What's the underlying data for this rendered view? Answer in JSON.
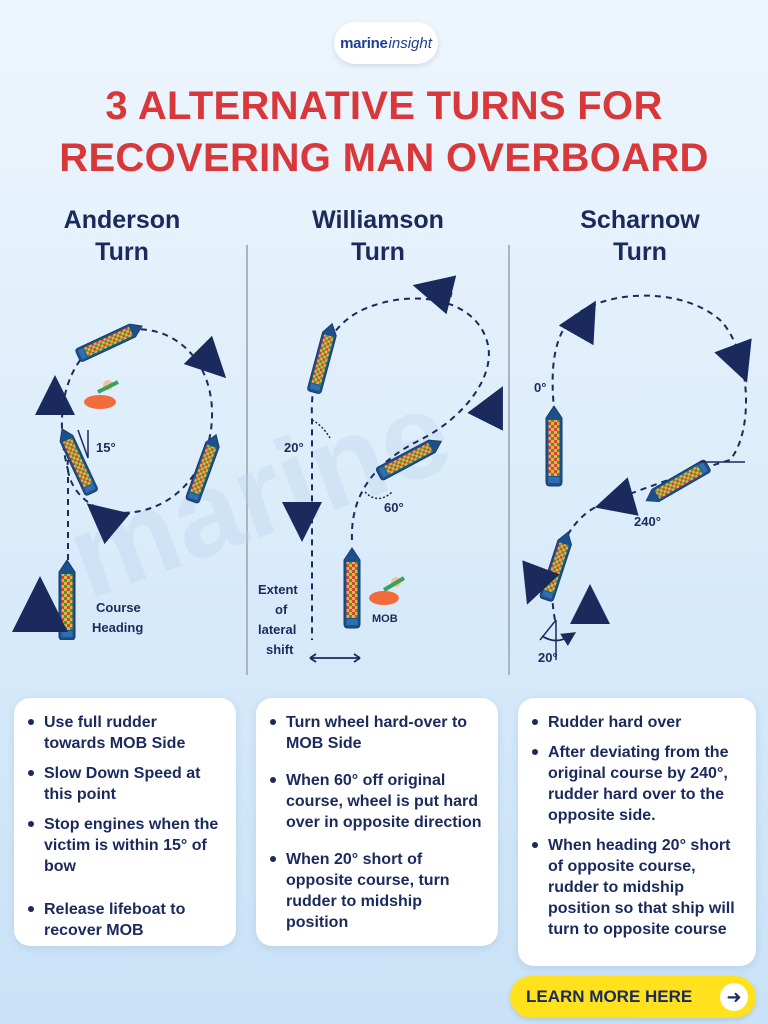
{
  "logo": {
    "part1": "marine",
    "part2": "insight"
  },
  "title": {
    "line1": "3 ALTERNATIVE TURNS FOR",
    "line2": "RECOVERING MAN OVERBOARD"
  },
  "columns": [
    {
      "title_line1": "Anderson",
      "title_line2": "Turn",
      "labels": {
        "angle": "15°",
        "course_line1": "Course",
        "course_line2": "Heading"
      },
      "bullets": [
        "Use full rudder towards MOB Side",
        "Slow Down Speed at this point",
        "Stop engines when the victim is within 15° of bow",
        "Release lifeboat to recover MOB"
      ]
    },
    {
      "title_line1": "Williamson",
      "title_line2": "Turn",
      "labels": {
        "angle_20": "20°",
        "angle_60": "60°",
        "mob": "MOB",
        "extent_line1": "Extent",
        "extent_line2": "of",
        "extent_line3": "lateral",
        "extent_line4": "shift"
      },
      "bullets": [
        "Turn wheel hard-over to MOB Side",
        "When 60° off original course, wheel is put hard over in opposite direction",
        "When 20° short of opposite course, turn rudder to midship position"
      ]
    },
    {
      "title_line1": "Scharnow",
      "title_line2": "Turn",
      "labels": {
        "angle_0": "0°",
        "angle_240": "240°",
        "angle_20": "20°"
      },
      "bullets": [
        "Rudder hard over",
        "After deviating from the original course by 240°, rudder hard over to the opposite side.",
        "When heading 20° short of opposite course, rudder to midship position so that ship will turn to opposite course"
      ]
    }
  ],
  "cta": {
    "label": "LEARN MORE HERE",
    "icon": "arrow-right-icon"
  },
  "colors": {
    "title_red": "#d9383a",
    "navy": "#1b2a5c",
    "cta_yellow": "#ffe21d"
  }
}
